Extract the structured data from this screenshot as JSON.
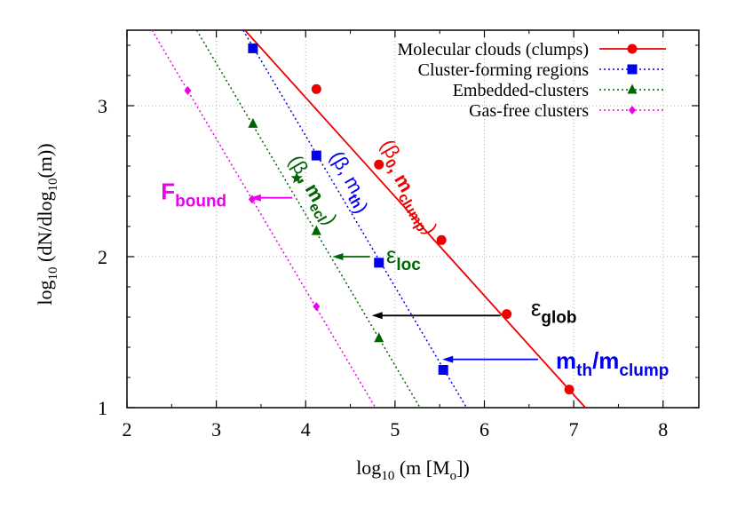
{
  "chart_data": {
    "type": "line",
    "xlabel": {
      "pre": "log",
      "sub": "10",
      "post": " (m [M",
      "sub2": "o",
      "post2": "])"
    },
    "ylabel": {
      "pre": "log",
      "sub": "10",
      "mid": " (dN/dlog",
      "sub2": "10",
      "post": "(m))"
    },
    "xlim": [
      2,
      8.4
    ],
    "ylim": [
      1,
      3.5
    ],
    "x_ticks": [
      2,
      3,
      4,
      5,
      6,
      7,
      8
    ],
    "y_ticks": [
      1,
      2,
      3
    ],
    "x_tick_labels": [
      "2",
      "3",
      "4",
      "5",
      "6",
      "7",
      "8"
    ],
    "y_tick_labels": [
      "1",
      "2",
      "3"
    ],
    "grid": true,
    "legend_position": "top-right",
    "series": [
      {
        "name": "Molecular clouds (clumps)",
        "color": "#ee0000",
        "line_style": "solid",
        "marker": "circle",
        "line": [
          [
            3.32,
            3.5
          ],
          [
            7.13,
            1.0
          ]
        ],
        "points": [
          [
            4.12,
            3.11
          ],
          [
            4.82,
            2.61
          ],
          [
            5.52,
            2.11
          ],
          [
            6.25,
            1.62
          ],
          [
            6.95,
            1.12
          ]
        ]
      },
      {
        "name": "Cluster-forming regions",
        "color": "#0000ee",
        "line_style": "dotted",
        "marker": "square",
        "line": [
          [
            3.3,
            3.5
          ],
          [
            5.8,
            1.0
          ]
        ],
        "points": [
          [
            3.41,
            3.38
          ],
          [
            4.12,
            2.67
          ],
          [
            4.82,
            1.96
          ],
          [
            5.54,
            1.25
          ]
        ]
      },
      {
        "name": "Embedded-clusters",
        "color": "#006400",
        "line_style": "dotted",
        "marker": "triangle",
        "line": [
          [
            2.78,
            3.5
          ],
          [
            5.28,
            1.0
          ]
        ],
        "points": [
          [
            3.41,
            2.88
          ],
          [
            4.12,
            2.17
          ],
          [
            4.82,
            1.46
          ]
        ]
      },
      {
        "name": "Gas-free clusters",
        "color": "#ee00ee",
        "line_style": "dotted",
        "marker": "diamond",
        "line": [
          [
            2.28,
            3.5
          ],
          [
            4.78,
            1.0
          ]
        ],
        "points": [
          [
            2.68,
            3.1
          ],
          [
            3.4,
            2.38
          ],
          [
            4.12,
            1.67
          ]
        ]
      }
    ],
    "annotations": [
      {
        "id": "beta0",
        "color": "#ee0000",
        "pre": "(β",
        "sub": "0",
        "mid": ", m",
        "sub2": "clump",
        "post": ")",
        "x": 5.12,
        "y": 2.45,
        "rotate": 60
      },
      {
        "id": "beta-mth",
        "color": "#0000ee",
        "pre": "(β, m",
        "sub": "th",
        "post": ")",
        "x": 4.45,
        "y": 2.48,
        "rotate": 60
      },
      {
        "id": "beta-star",
        "color": "#006400",
        "pre": "(β",
        "sub": "*",
        "mid": ", m",
        "sub2": "ecl",
        "post": ")",
        "x": 4.02,
        "y": 2.42,
        "rotate": 60
      },
      {
        "id": "f-bound",
        "color": "#ee00ee",
        "base": "F",
        "sub": "bound",
        "x": 2.38,
        "y": 2.38
      },
      {
        "id": "eps-loc",
        "color": "#006400",
        "base": "ε",
        "sub": "loc",
        "x": 4.9,
        "y": 1.96
      },
      {
        "id": "eps-glob",
        "color": "#000000",
        "base": "ε",
        "sub": "glob",
        "x": 6.52,
        "y": 1.61
      },
      {
        "id": "mth-mclump",
        "color": "#0000ee",
        "base": "m",
        "sub": "th",
        "mid": "/m",
        "sub2": "clump",
        "x": 6.8,
        "y": 1.26
      }
    ],
    "arrows": [
      {
        "id": "arrow-f-bound",
        "color": "#ee00ee",
        "from": [
          3.85,
          2.39
        ],
        "to": [
          3.38,
          2.39
        ]
      },
      {
        "id": "arrow-eps-loc",
        "color": "#006400",
        "from": [
          4.72,
          2.0
        ],
        "to": [
          4.3,
          2.0
        ]
      },
      {
        "id": "arrow-eps-glob",
        "color": "#000000",
        "from": [
          6.18,
          1.61
        ],
        "to": [
          4.74,
          1.61
        ]
      },
      {
        "id": "arrow-mth-mclump",
        "color": "#0000ee",
        "from": [
          6.6,
          1.32
        ],
        "to": [
          5.53,
          1.32
        ]
      }
    ],
    "star_marker": {
      "color": "#006400",
      "x": 3.9,
      "y": 2.52
    }
  }
}
